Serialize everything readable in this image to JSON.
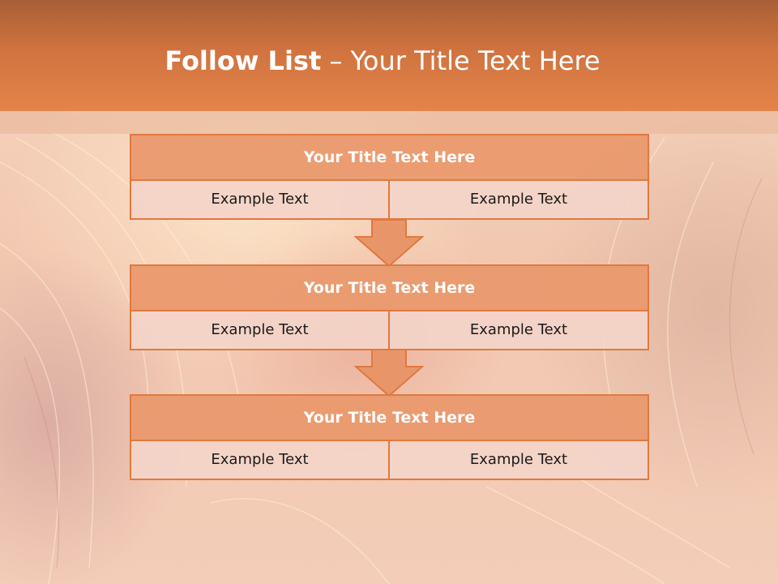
{
  "slide": {
    "title_bold": "Follow List",
    "title_rest": "– Your Title Text Here"
  },
  "blocks": [
    {
      "title": "Your Title Text Here",
      "left": "Example Text",
      "right": "Example Text"
    },
    {
      "title": "Your Title Text Here",
      "left": "Example Text",
      "right": "Example Text"
    },
    {
      "title": "Your Title Text Here",
      "left": "Example Text",
      "right": "Example Text"
    }
  ],
  "colors": {
    "header": "#e48449",
    "block_title_fill": "#ea986c",
    "block_cell_fill": "#f3d4c8",
    "block_border": "#e0793f",
    "arrow_fill": "#e9956a"
  }
}
